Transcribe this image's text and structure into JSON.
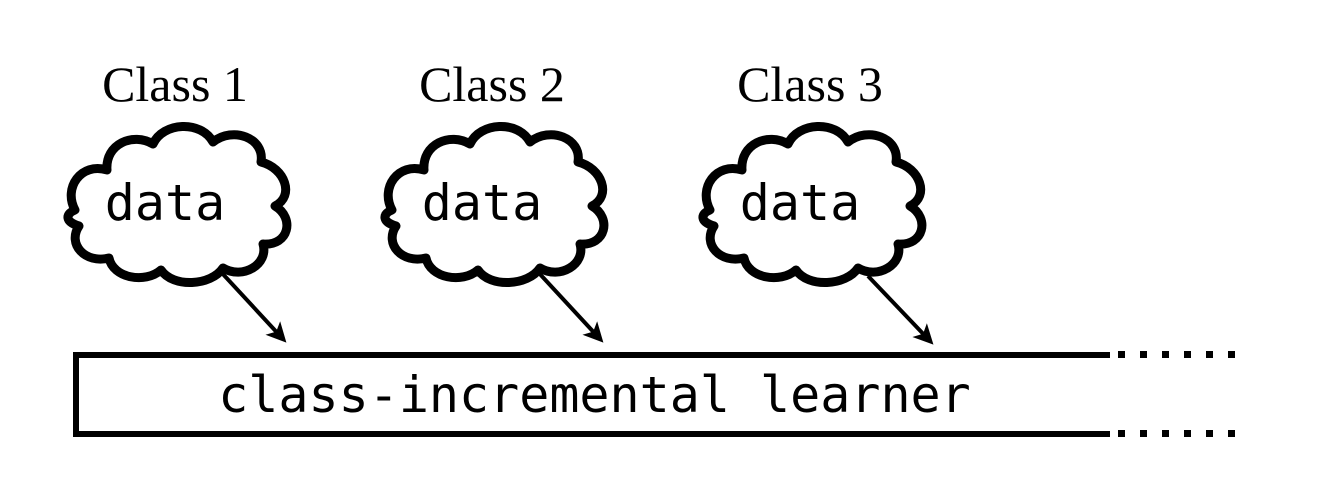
{
  "diagram": {
    "title_semantics": "class-incremental learning data flow",
    "classes": [
      {
        "label": "Class 1",
        "data_label": "data"
      },
      {
        "label": "Class 2",
        "data_label": "data"
      },
      {
        "label": "Class 3",
        "data_label": "data"
      }
    ],
    "learner_label": "class-incremental learner",
    "icons": {
      "cloud": "cloud-outline",
      "arrow": "arrow-down-right",
      "continuation": "square-dotted-ellipsis"
    },
    "colors": {
      "ink": "#000000",
      "background": "#ffffff"
    }
  }
}
